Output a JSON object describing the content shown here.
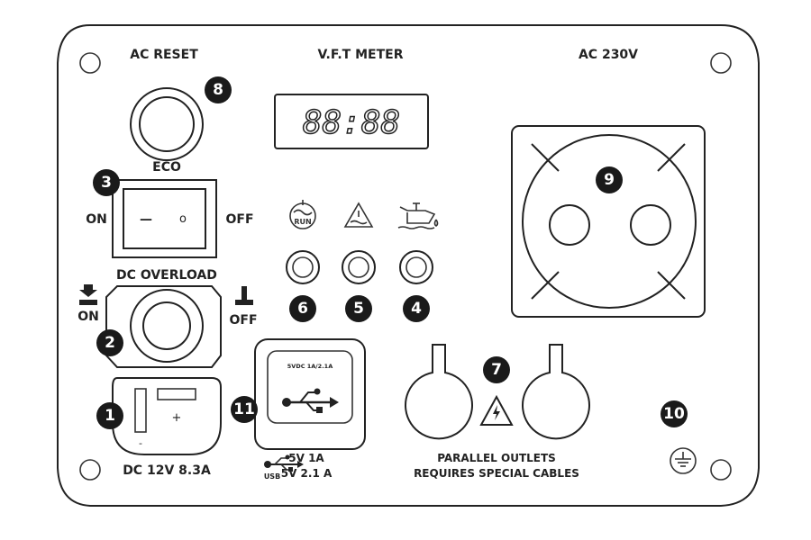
{
  "labels": {
    "ac_reset": "AC RESET",
    "vft_meter": "V.F.T METER",
    "ac_230v": "AC 230V",
    "eco": "ECO",
    "on": "ON",
    "off": "OFF",
    "dc_overload": "DC OVERLOAD",
    "breaker_on": "ON",
    "breaker_off": "OFF",
    "dc_rating": "DC 12V 8.3A",
    "usb_rating_top": "5VDC 1A/2.1A",
    "usb_word": "USB",
    "usb_out_1": "5V 1A",
    "usb_out_2": "5V 2.1 A",
    "parallel_1": "PARALLEL OUTLETS",
    "parallel_2": "REQUIRES SPECIAL CABLES",
    "meter_display": "88:88",
    "run_icon_text": "RUN",
    "switch_on_mark": "—",
    "switch_off_mark": "o",
    "dc_minus": "-",
    "dc_plus": "+"
  },
  "badges": [
    "1",
    "2",
    "3",
    "4",
    "5",
    "6",
    "7",
    "8",
    "9",
    "10",
    "11"
  ],
  "icons": [
    "run-indicator-icon",
    "overload-warning-icon",
    "oil-warning-icon",
    "usb-icon",
    "high-voltage-icon",
    "ground-icon"
  ]
}
